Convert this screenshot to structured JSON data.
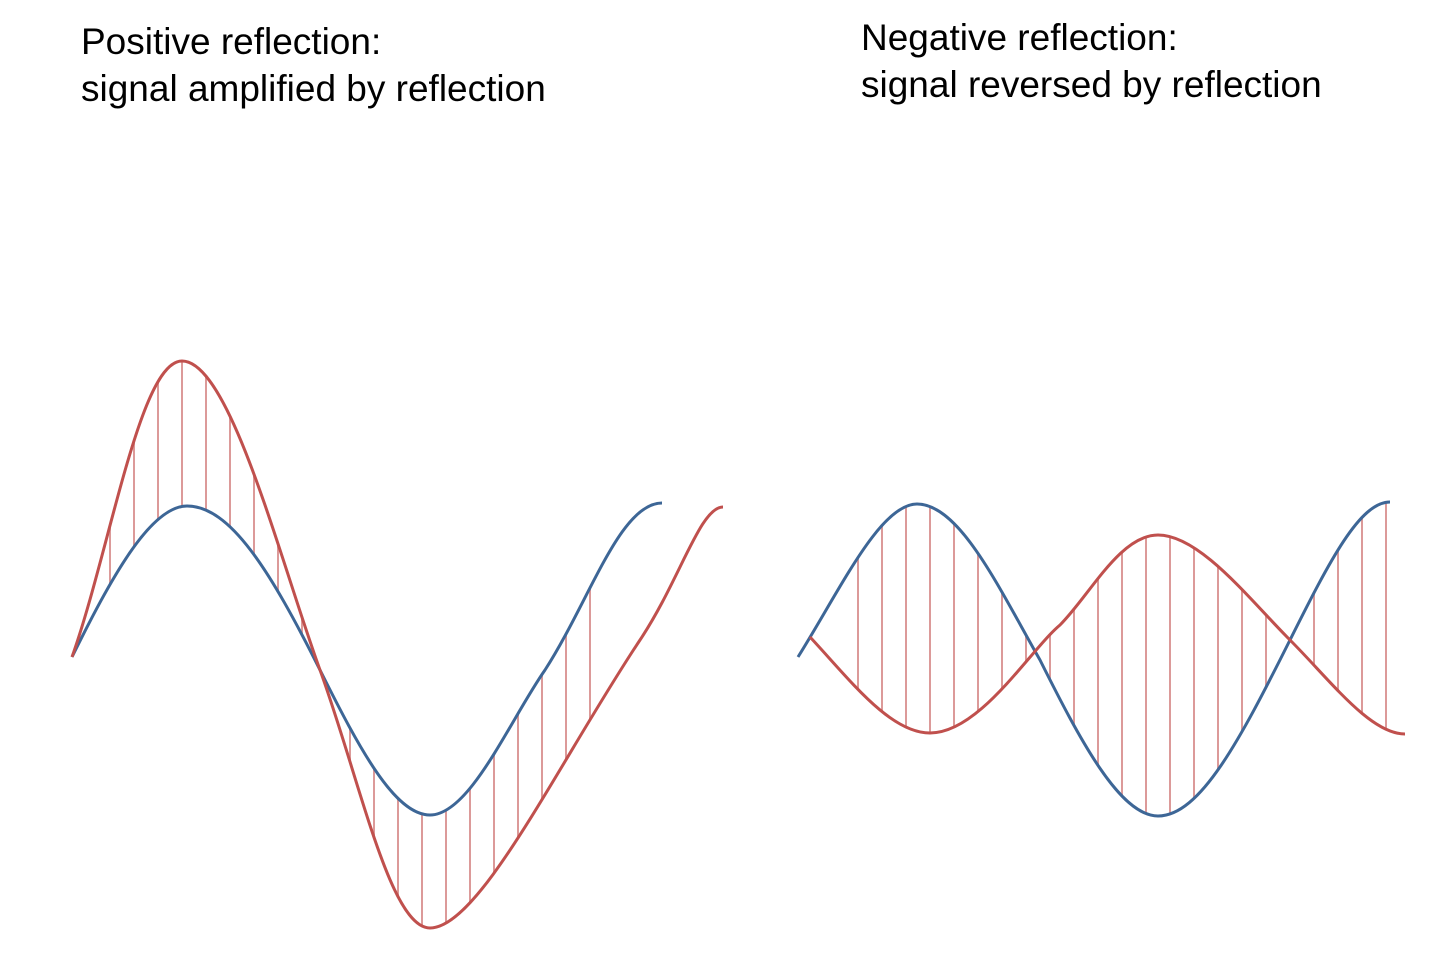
{
  "positive": {
    "title_line1": "Positive reflection:",
    "title_line2": "signal amplified by reflection"
  },
  "negative": {
    "title_line1": "Negative reflection:",
    "title_line2": "signal reversed by reflection"
  },
  "colors": {
    "original_signal": "#3d6696",
    "reflected_signal": "#c0504d",
    "hatch": "#dc9a99"
  }
}
